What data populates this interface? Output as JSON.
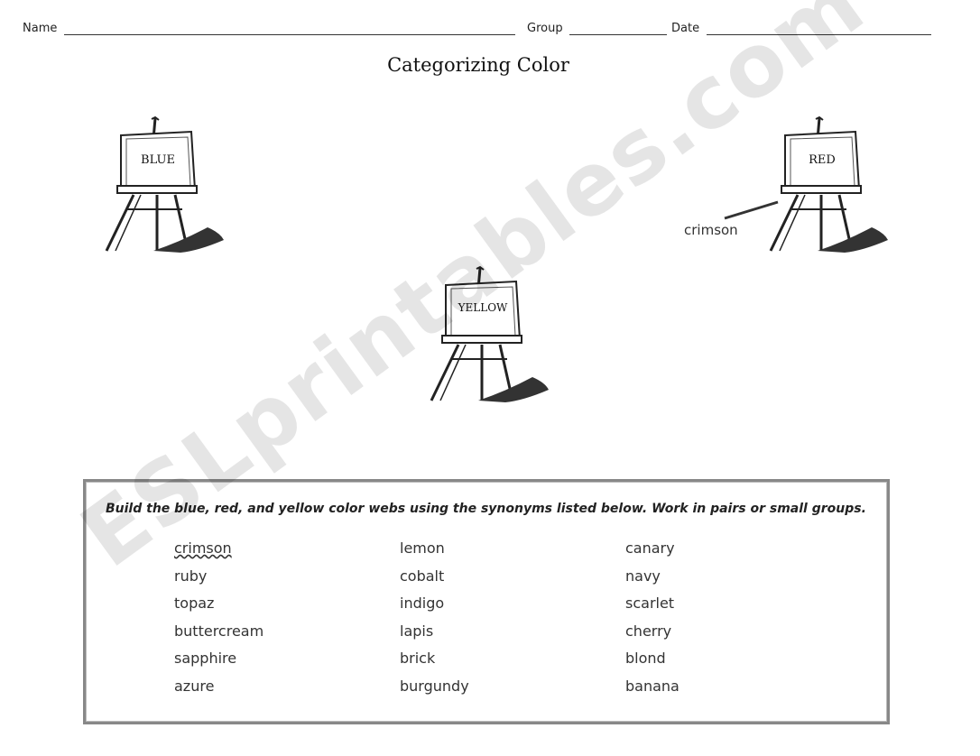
{
  "header": {
    "name_label": "Name",
    "group_label": "Group",
    "date_label": "Date"
  },
  "title": "Categorizing Color",
  "easels": {
    "blue": "BLUE",
    "red": "RED",
    "yellow": "YELLOW"
  },
  "annotation": "crimson",
  "watermark": "ESLprintables.com",
  "word_box": {
    "instructions": "Build the blue, red, and yellow color webs using the synonyms listed below. Work in pairs or small groups.",
    "columns": [
      [
        "crimson",
        "ruby",
        "topaz",
        "buttercream",
        "sapphire",
        "azure"
      ],
      [
        "lemon",
        "cobalt",
        "indigo",
        "lapis",
        "brick",
        "burgundy"
      ],
      [
        "canary",
        "navy",
        "scarlet",
        "cherry",
        "blond",
        "banana"
      ]
    ]
  }
}
